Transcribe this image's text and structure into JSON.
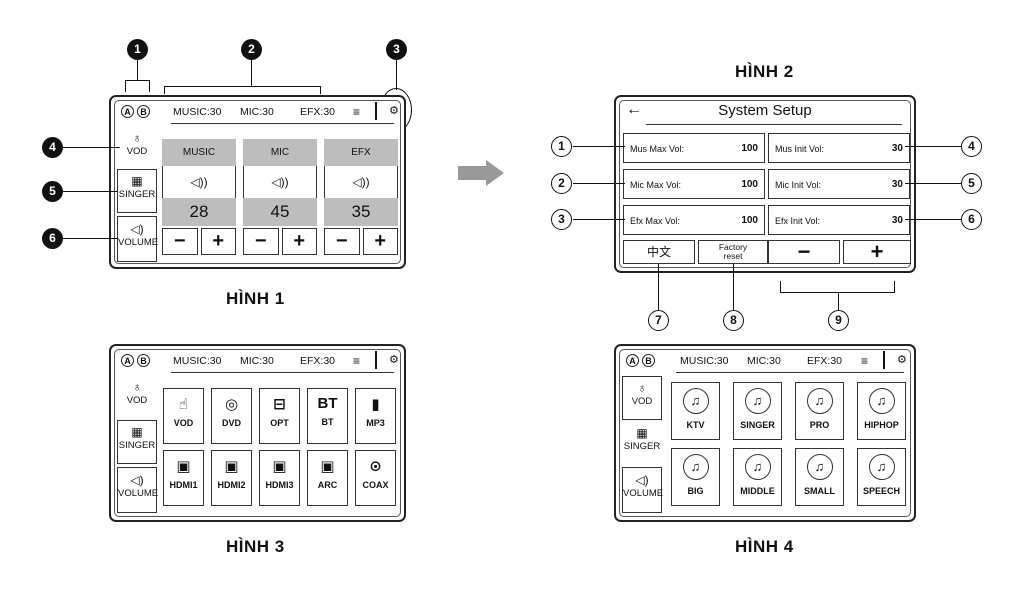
{
  "captions": {
    "fig1": "HÌNH 1",
    "fig2": "HÌNH 2",
    "fig3": "HÌNH 3",
    "fig4": "HÌNH 4"
  },
  "topbar": {
    "a": "A",
    "b": "B",
    "music": "MUSIC:30",
    "mic": "MIC:30",
    "efx": "EFX:30"
  },
  "sidebar": {
    "vod": "VOD",
    "singer": "SINGER",
    "volume": "VOLUME"
  },
  "fig1": {
    "markers": [
      "1",
      "2",
      "3",
      "4",
      "5",
      "6"
    ],
    "channels": [
      {
        "name": "MUSIC",
        "value": "28",
        "minus": "−",
        "plus": "+"
      },
      {
        "name": "MIC",
        "value": "45",
        "minus": "−",
        "plus": "+"
      },
      {
        "name": "EFX",
        "value": "35",
        "minus": "−",
        "plus": "+"
      }
    ]
  },
  "fig2": {
    "back": "←",
    "title": "System Setup",
    "cells": [
      {
        "label": "Mus Max Vol:",
        "value": "100"
      },
      {
        "label": "Mus Init Vol:",
        "value": "30"
      },
      {
        "label": "Mic Max Vol:",
        "value": "100"
      },
      {
        "label": "Mic Init Vol:",
        "value": "30"
      },
      {
        "label": "Efx Max Vol:",
        "value": "100"
      },
      {
        "label": "Efx Init Vol:",
        "value": "30"
      }
    ],
    "lang": "中文",
    "factory1": "Factory",
    "factory2": "reset",
    "minus": "−",
    "plus": "+",
    "markers": [
      "1",
      "2",
      "3",
      "4",
      "5",
      "6",
      "7",
      "8",
      "9"
    ]
  },
  "fig3": {
    "tiles": [
      {
        "label": "VOD",
        "icon": "☝"
      },
      {
        "label": "DVD",
        "icon": "◎"
      },
      {
        "label": "OPT",
        "icon": "⊟"
      },
      {
        "label": "BT",
        "icon": "BT"
      },
      {
        "label": "MP3",
        "icon": "▮"
      },
      {
        "label": "HDMI1",
        "icon": "▣"
      },
      {
        "label": "HDMI2",
        "icon": "▣"
      },
      {
        "label": "HDMI3",
        "icon": "▣"
      },
      {
        "label": "ARC",
        "icon": "▣"
      },
      {
        "label": "COAX",
        "icon": "⊙"
      }
    ]
  },
  "fig4": {
    "tiles": [
      {
        "label": "KTV",
        "icon": "♫"
      },
      {
        "label": "SINGER",
        "icon": "♫"
      },
      {
        "label": "PRO",
        "icon": "♫"
      },
      {
        "label": "HIPHOP",
        "icon": "♫"
      },
      {
        "label": "BIG",
        "icon": "♫"
      },
      {
        "label": "MIDDLE",
        "icon": "♫"
      },
      {
        "label": "SMALL",
        "icon": "♫"
      },
      {
        "label": "SPEECH",
        "icon": "♫"
      }
    ]
  },
  "icons": {
    "menu": "≡",
    "gear": "⚙",
    "vod": "♁",
    "singer": "▦",
    "volume": "◁)",
    "speaker": "◁))",
    "arrow": "➜"
  }
}
